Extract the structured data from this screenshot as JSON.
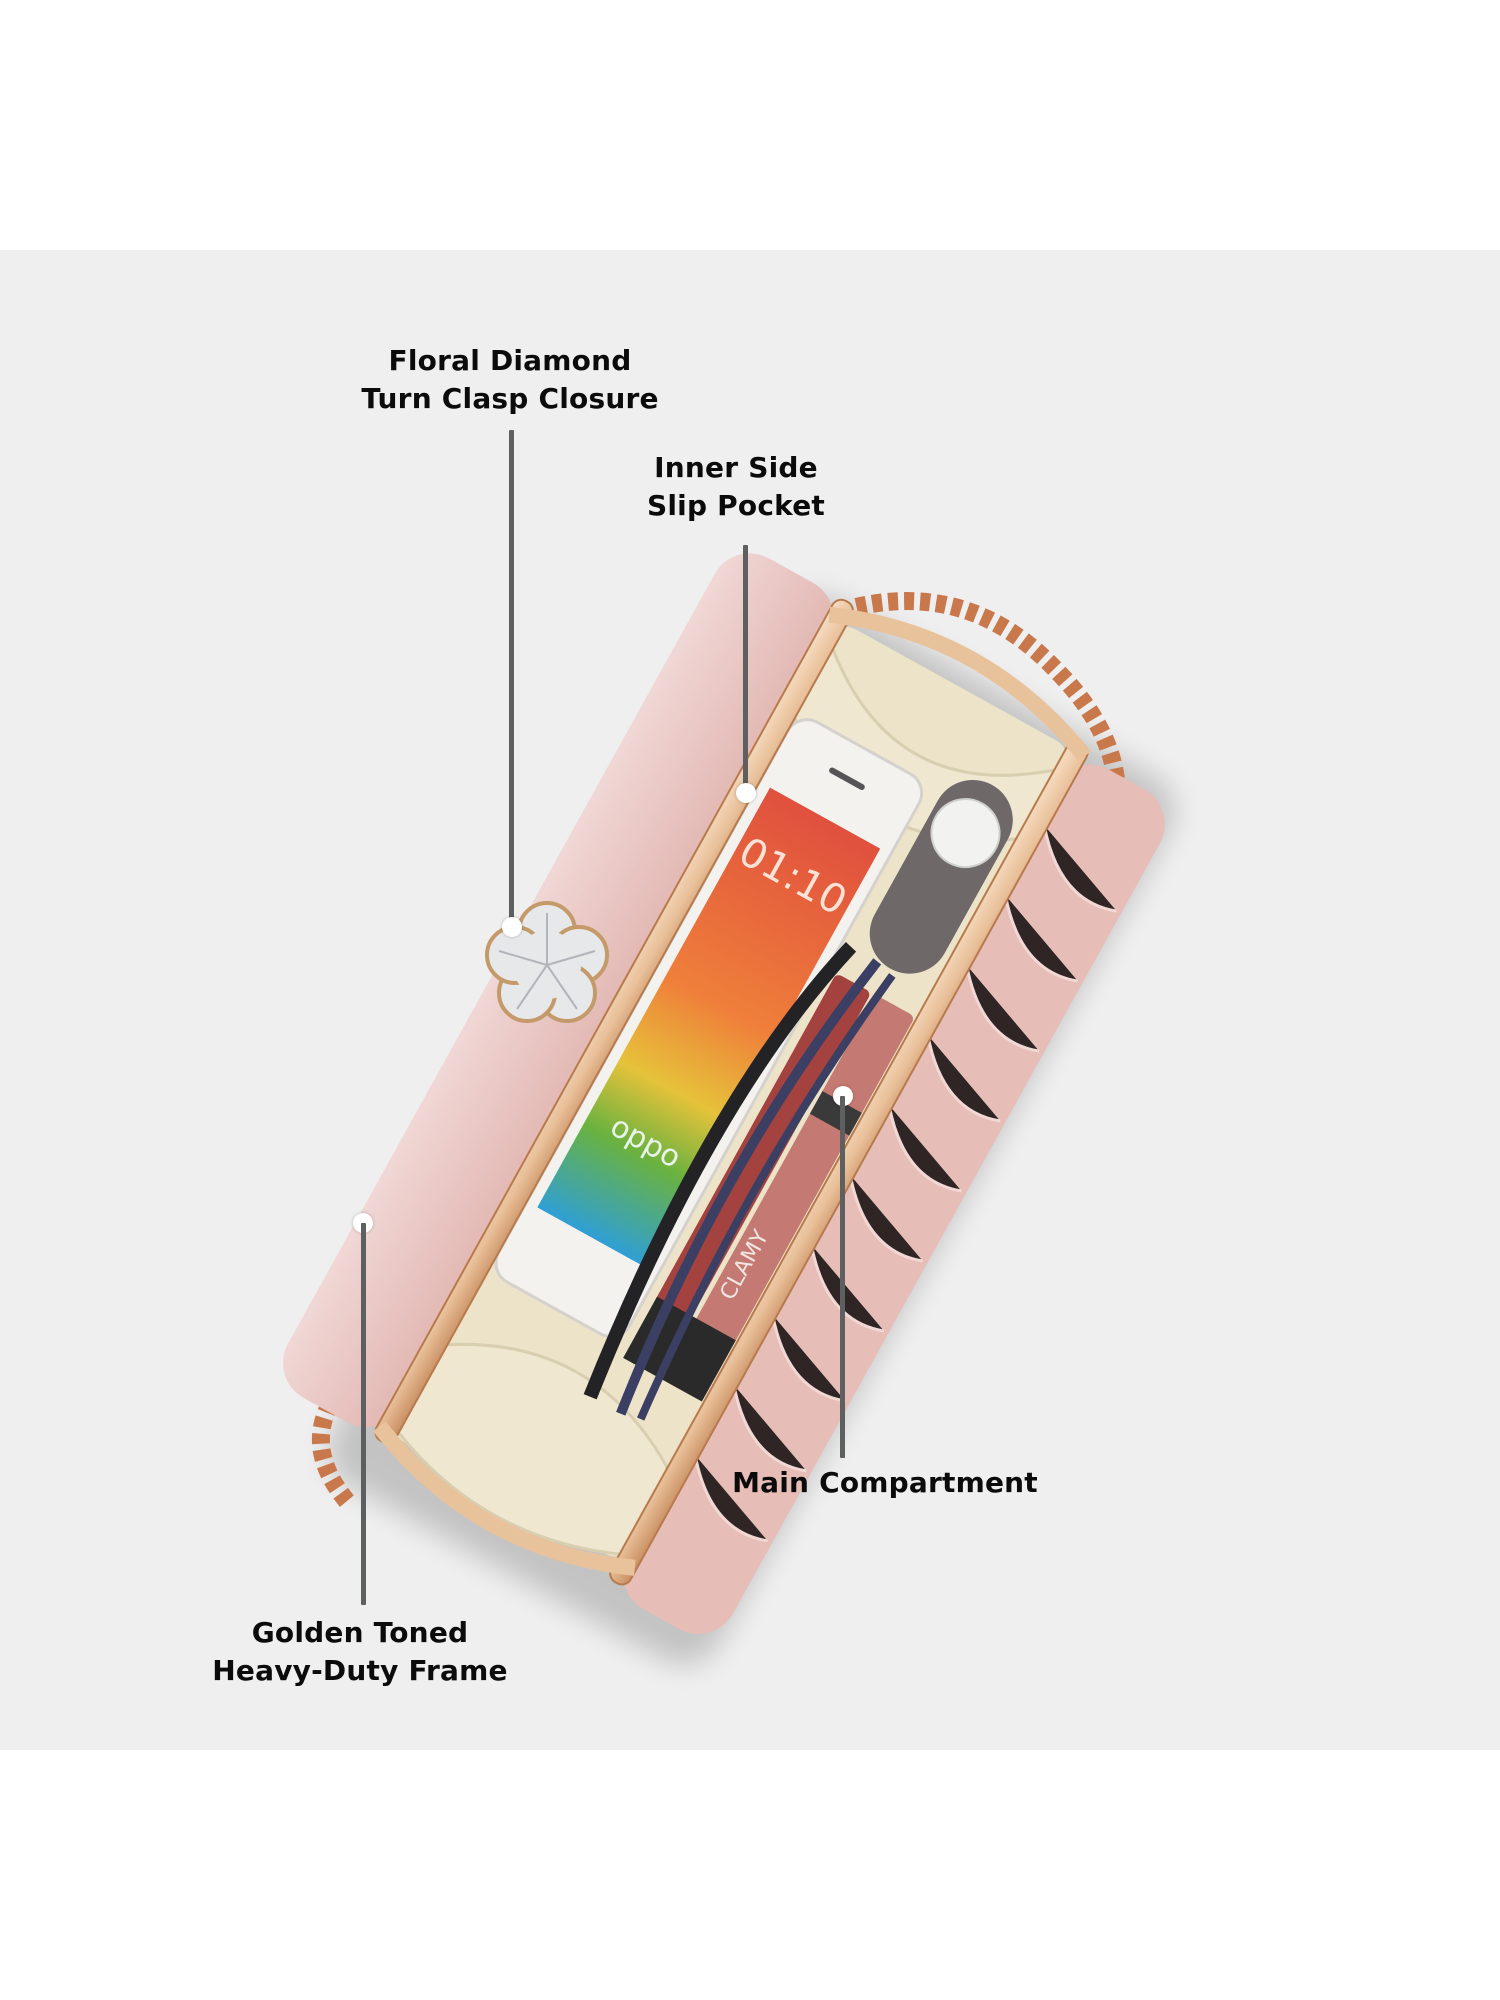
{
  "page": {
    "background": "#ffffff",
    "band_color": "#efefef",
    "callout_line_color": "#5e5f61",
    "callout_dot_color": "#ffffff",
    "label_color": "#0b0b0b"
  },
  "product": {
    "subject": "Open pink clutch bag with gold frame and chain",
    "colors": {
      "fabric_pink": "#e9c6c3",
      "frame_gold": "#eac6a3",
      "lining_cream": "#ece3c9",
      "chain_rose_gold": "#c9784c"
    },
    "contents": {
      "phone_brand": "oppo",
      "phone_time": "01:10",
      "lip_gloss_brand": "CLAMY"
    }
  },
  "callouts": [
    {
      "id": "clasp",
      "lines": [
        "Floral Diamond",
        "Turn Clasp Closure"
      ]
    },
    {
      "id": "pocket",
      "lines": [
        "Inner Side",
        "Slip Pocket"
      ]
    },
    {
      "id": "compartment",
      "lines": [
        "Main Compartment"
      ]
    },
    {
      "id": "frame",
      "lines": [
        "Golden Toned",
        "Heavy-Duty Frame"
      ]
    }
  ]
}
